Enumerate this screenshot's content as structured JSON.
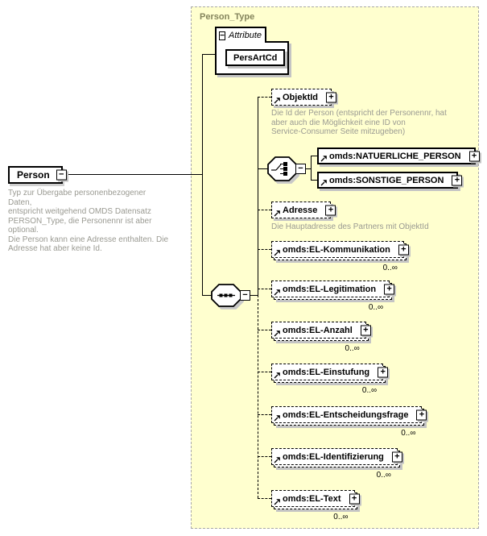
{
  "colors": {
    "container_bg": "#ffffcf",
    "container_border": "#a8a8a8",
    "container_label": "#84845c",
    "annotation_text": "#9a9a92",
    "box_border": "#000000",
    "shadow": "#c4c4c4"
  },
  "icons": {
    "plus": "+",
    "minus": "−"
  },
  "root": {
    "name": "Person",
    "annotation": "Typ zur Übergabe personenbezogener Daten,\nentspricht weitgehend OMDS Datensatz\nPERSON_Type, die Personennr ist aber optional.\nDie Person kann eine Adresse enthalten. Die\nAdresse hat aber keine Id."
  },
  "container": {
    "title": "Person_Type"
  },
  "attributes": {
    "group_label": "Attribute",
    "items": [
      {
        "name": "PersArtCd"
      }
    ]
  },
  "children": [
    {
      "name": "ObjektId",
      "optional": true,
      "annotation": "Die Id der Person (entspricht der Personennr, hat\naber auch die Möglichkeit eine ID von\nService-Consumer Seite mitzugeben)"
    },
    {
      "name": "omds:NATUERLICHE_PERSON"
    },
    {
      "name": "omds:SONSTIGE_PERSON"
    },
    {
      "name": "Adresse",
      "optional": true,
      "annotation": "Die Hauptadresse des Partners mit ObjektId"
    },
    {
      "name": "omds:EL-Kommunikation",
      "occurs": "0..∞"
    },
    {
      "name": "omds:EL-Legitimation",
      "occurs": "0..∞"
    },
    {
      "name": "omds:EL-Anzahl",
      "occurs": "0..∞"
    },
    {
      "name": "omds:EL-Einstufung",
      "occurs": "0..∞"
    },
    {
      "name": "omds:EL-Entscheidungsfrage",
      "occurs": "0..∞"
    },
    {
      "name": "omds:EL-Identifizierung",
      "occurs": "0..∞"
    },
    {
      "name": "omds:EL-Text",
      "occurs": "0..∞"
    }
  ]
}
